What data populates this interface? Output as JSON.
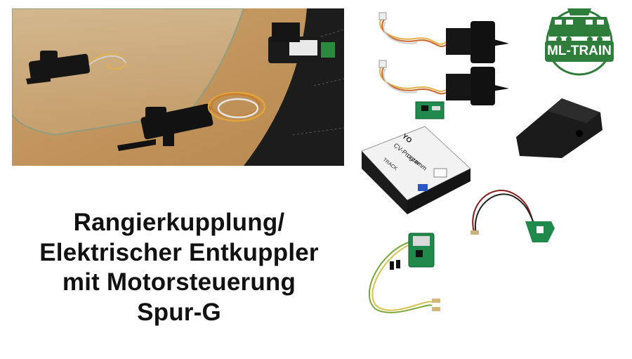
{
  "title_lines": [
    "Rangierkupplung/",
    "Elektrischer Entkuppler",
    "mit Motorsteuerung",
    "Spur-G"
  ],
  "logo": {
    "text": "ML-TRAIN",
    "color": "#2e7d3a"
  },
  "decoder_box": {
    "label": "CV-Programm",
    "track_label": "TRACK",
    "voltage": "12-24V",
    "brand": "YO"
  },
  "colors": {
    "background": "#ffffff",
    "title_text": "#111111",
    "pcb_green": "#1f8a4c",
    "wood": "#c9a06a"
  }
}
